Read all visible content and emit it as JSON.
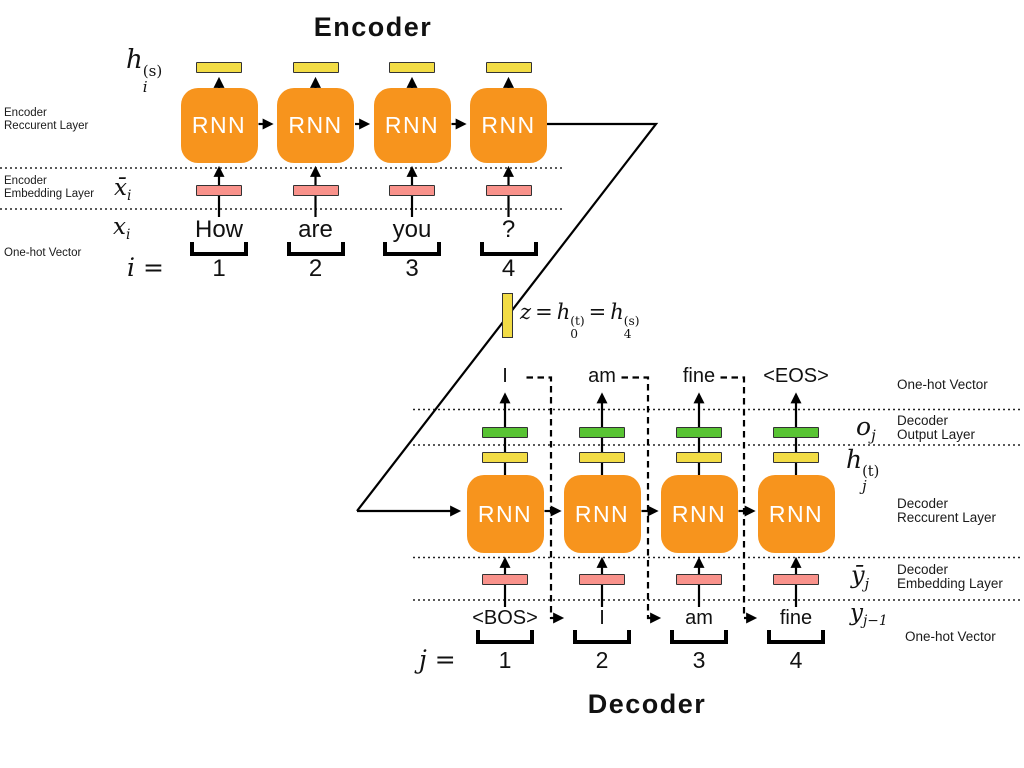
{
  "encoder": {
    "title": "Encoder",
    "rnn_label": "RNN",
    "words": [
      "How",
      "are",
      "you",
      "?"
    ],
    "indices": [
      "1",
      "2",
      "3",
      "4"
    ],
    "index_prefix": "i =",
    "side_labels": {
      "recurrent": "Encoder\nReccurent Layer",
      "embedding": "Encoder\nEmbedding Layer",
      "onehot": "One-hot Vector"
    },
    "math": {
      "hidden": {
        "base": "h",
        "sup": "(s)",
        "sub": "i"
      },
      "embedding": {
        "base": "x̄",
        "sub": "i"
      },
      "input": {
        "base": "x",
        "sub": "i"
      }
    }
  },
  "context": {
    "math": {
      "z": "z",
      "eq1": "=",
      "h0": {
        "base": "h",
        "sup": "(t)",
        "sub": "0"
      },
      "eq2": "=",
      "h4": {
        "base": "h",
        "sup": "(s)",
        "sub": "4"
      }
    }
  },
  "decoder": {
    "title": "Decoder",
    "rnn_label": "RNN",
    "output_words": [
      "I",
      "am",
      "fine",
      "<EOS>"
    ],
    "input_words": [
      "<BOS>",
      "I",
      "am",
      "fine"
    ],
    "indices": [
      "1",
      "2",
      "3",
      "4"
    ],
    "index_prefix": "j =",
    "side_labels": {
      "onehot_top": "One-hot Vector",
      "output": "Decoder\nOutput Layer",
      "recurrent": "Decoder\nReccurent Layer",
      "embedding": "Decoder\nEmbedding Layer",
      "onehot_bottom": "One-hot Vector"
    },
    "math": {
      "output": {
        "base": "o",
        "sub": "j"
      },
      "hidden": {
        "base": "h",
        "sup": "(t)",
        "sub": "j"
      },
      "embedding": {
        "base": "ȳ",
        "sub": "j"
      },
      "input": {
        "base": "y",
        "sub": "j−1"
      }
    }
  },
  "colors": {
    "orange": "#F7941D",
    "yellow": "#F2DC45",
    "green": "#58C433",
    "pink": "#F9928B",
    "line": "#000000"
  }
}
